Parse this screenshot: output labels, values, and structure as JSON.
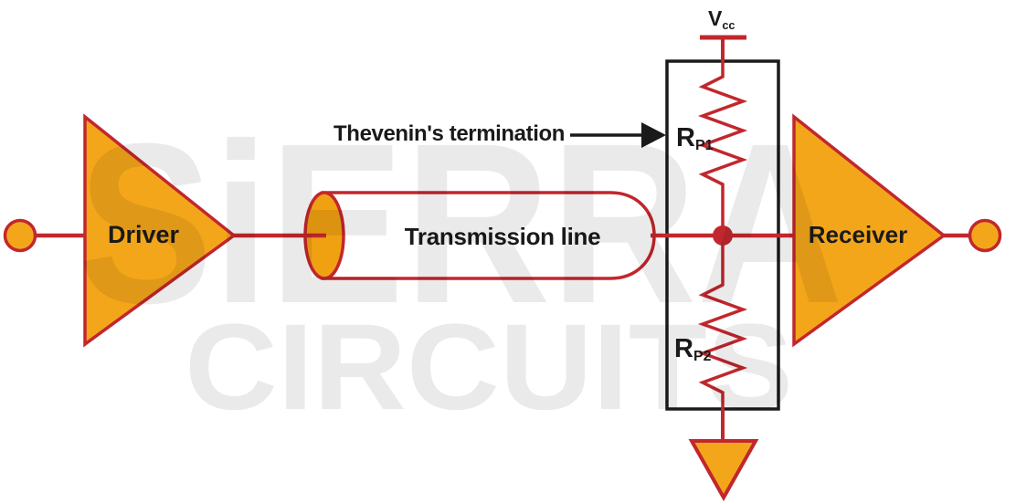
{
  "labels": {
    "vcc_main": "V",
    "vcc_sub": "cc",
    "callout": "Thevenin's termination",
    "r1_main": "R",
    "r1_sub": "P1",
    "r2_main": "R",
    "r2_sub": "P2",
    "driver": "Driver",
    "transmission": "Transmission line",
    "receiver": "Receiver"
  },
  "watermark": {
    "line1": "SiERRA",
    "line2": "CIRCUITS"
  },
  "colors": {
    "wire_red": "#C1272D",
    "component_yellow": "#F4A61A",
    "outline_black": "#1A1A1A",
    "background": "#FFFFFF",
    "watermark_gray": "rgba(0,0,0,0.08)"
  }
}
